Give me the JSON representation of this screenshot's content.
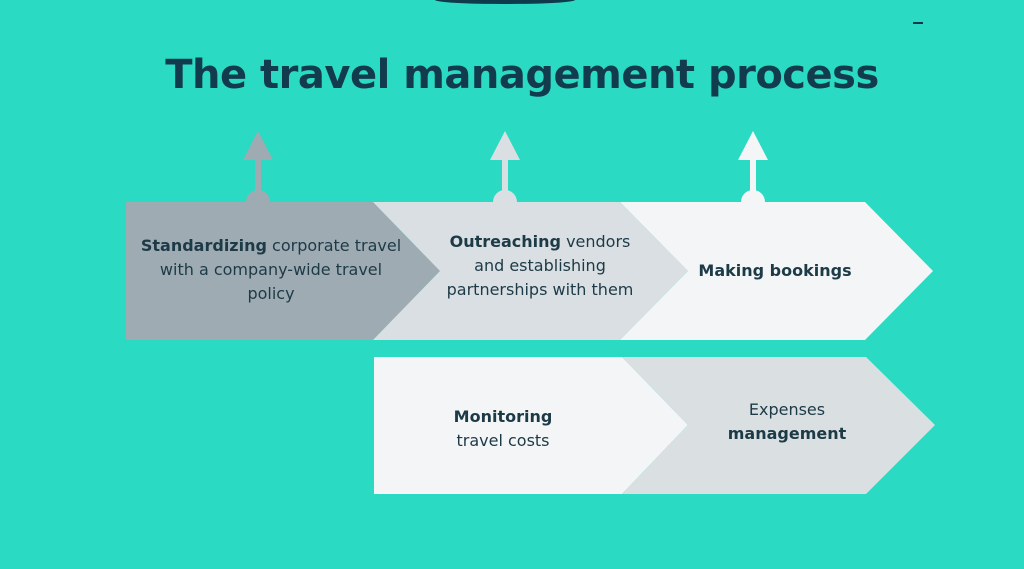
{
  "title": "The travel management process",
  "colors": {
    "background": "#2bdac2",
    "title": "#123c4e",
    "step_dark": "#9eabb2",
    "step_mid": "#d9dfe2",
    "step_light": "#f3f5f6"
  },
  "steps": [
    {
      "bold": "Standardizing",
      "rest": " corporate travel with a company-wide travel policy"
    },
    {
      "bold": "Outreaching",
      "rest": " vendors and establishing partnerships with them"
    },
    {
      "bold": "Making bookings",
      "rest": ""
    },
    {
      "bold": "Monitoring",
      "rest": " travel costs"
    },
    {
      "pre": "Expenses",
      "bold": "management"
    }
  ]
}
